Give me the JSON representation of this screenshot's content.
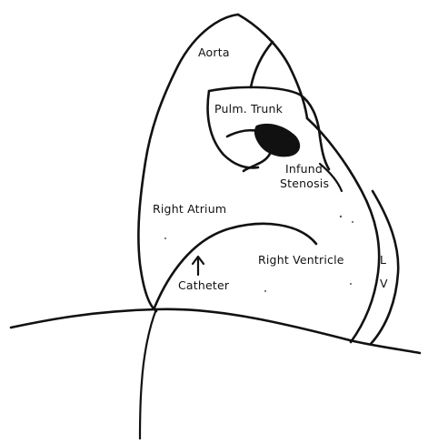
{
  "labels": {
    "aorta": "Aorta",
    "pulm_trunk": "Pulm. Trunk",
    "infund_line1": "Infund",
    "infund_line2": "Stenosis",
    "right_atrium": "Right Atrium",
    "right_ventricle": "Right Ventricle",
    "catheter": "Catheter",
    "lv_line1": "L",
    "lv_line2": "V"
  },
  "colors": {
    "ink": "#111111",
    "background": "#ffffff"
  }
}
